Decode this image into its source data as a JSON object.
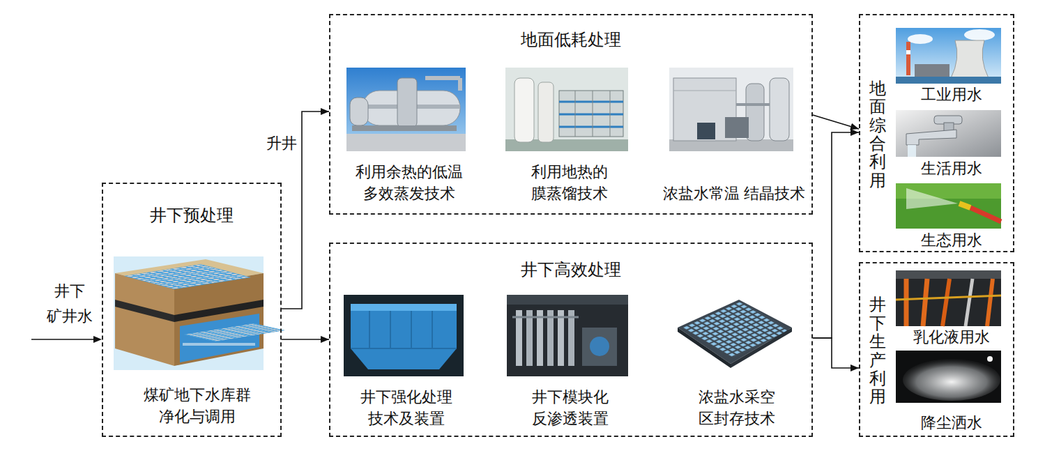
{
  "diagram": {
    "nodes": [
      {
        "text": [
          "井下预处理"
        ]
      },
      {
        "text": [
          "煤矿地下水库群 净化与调用"
        ],
        "in": 0
      },
      {
        "text": [
          "地面低耗处理"
        ]
      },
      {
        "text": [
          "利用余热的低温 多效蒸发技术"
        ],
        "in": 2
      },
      {
        "text": [
          "利用地热的 膜蒸馏技术"
        ],
        "in": 2
      },
      {
        "text": [
          "浓盐水常温 结晶技术"
        ],
        "in": 2
      },
      {
        "text": [
          "井下高效处理"
        ]
      },
      {
        "text": [
          "井下强化处理 技术及装置"
        ],
        "in": 6
      },
      {
        "text": [
          "井下模块化 反渗透装置"
        ],
        "in": 6
      },
      {
        "text": [
          "浓盐水采空 区封存技术"
        ],
        "in": 6
      },
      {
        "text": [
          "地面综合利用"
        ]
      },
      {
        "text": [
          "工业用水"
        ],
        "in": 10
      },
      {
        "text": [
          "生活用水"
        ],
        "in": 10
      },
      {
        "text": [
          "生态用水"
        ],
        "in": 10
      },
      {
        "text": [
          "井下生产利用"
        ]
      },
      {
        "text": [
          "乳化液用水"
        ],
        "in": 14
      },
      {
        "text": [
          "降尘洒水"
        ],
        "in": 14
      }
    ],
    "edges": [
      {
        "from": 0,
        "to": 2,
        "label": "升井",
        "arrow": "to"
      },
      {
        "from": 0,
        "to": 6,
        "arrow": "to"
      },
      {
        "from": 2,
        "to": 10,
        "arrow": "to"
      },
      {
        "from": 6,
        "to": 10,
        "arrow": "to"
      },
      {
        "from": 6,
        "to": 14,
        "arrow": "to"
      }
    ],
    "labels": [
      "井下 矿井水"
    ]
  }
}
